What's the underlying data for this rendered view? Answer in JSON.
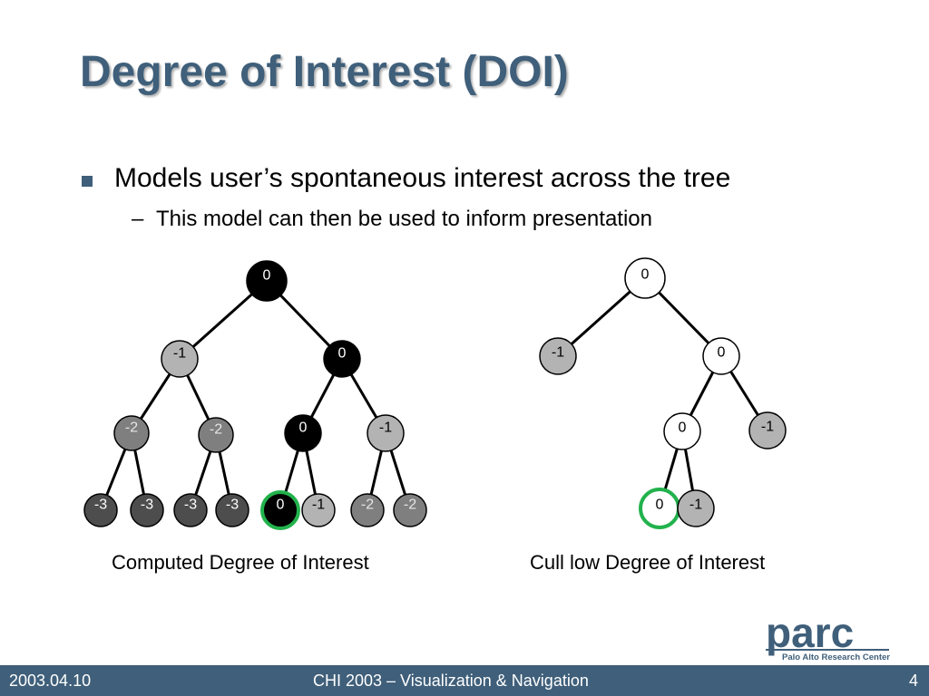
{
  "slide": {
    "title": "Degree of Interest (DOI)",
    "bullet": "Models user’s spontaneous interest across the tree",
    "sub_dash": "–",
    "sub_bullet": "This model can then be used to inform presentation"
  },
  "trees": {
    "left_caption": "Computed Degree of Interest",
    "right_caption": "Cull low Degree of Interest",
    "left_nodes": [
      "0",
      "-1",
      "0",
      "-2",
      "-2",
      "0",
      "-1",
      "-3",
      "-3",
      "-3",
      "-3",
      "0",
      "-1",
      "-2",
      "-2"
    ],
    "right_nodes": [
      "0",
      "-1",
      "0",
      "0",
      "-1",
      "0",
      "-1"
    ]
  },
  "logo": {
    "name": "parc",
    "tagline": "Palo Alto Research Center"
  },
  "footer": {
    "date": "2003.04.10",
    "conference": "CHI 2003 – Visualization & Navigation",
    "page": "4"
  },
  "colors": {
    "accent": "#3f5f7a",
    "doi_0": "#000000",
    "doi_minus1": "#b3b3b3",
    "doi_minus2": "#7f7f7f",
    "doi_minus3": "#4d4d4d",
    "focus_ring": "#22b24c"
  }
}
